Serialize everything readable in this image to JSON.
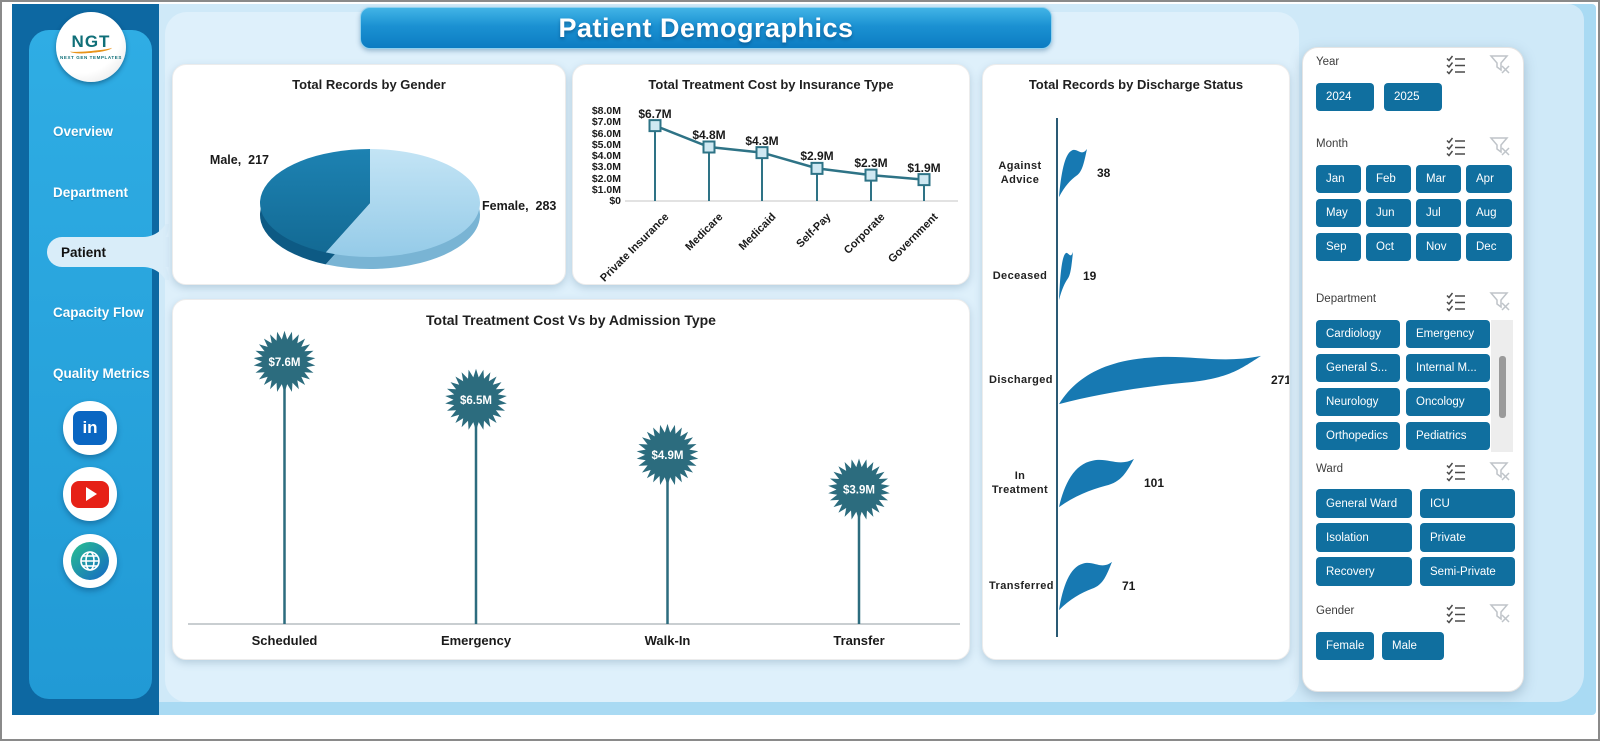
{
  "window": {
    "banner_title": "Patient Demographics"
  },
  "sidebar": {
    "logo": {
      "text": "NGT",
      "subtext": "NEXT GEN TEMPLATES"
    },
    "items": [
      {
        "label": "Overview",
        "active": false
      },
      {
        "label": "Department",
        "active": false
      },
      {
        "label": "Patient",
        "active": true
      },
      {
        "label": "Capacity Flow",
        "active": false
      },
      {
        "label": "Quality Metrics",
        "active": false
      }
    ],
    "social": [
      "linkedin",
      "youtube",
      "website"
    ]
  },
  "chart_data": [
    {
      "type": "pie",
      "title": "Total Records by Gender",
      "categories": [
        "Male",
        "Female"
      ],
      "values": [
        217,
        283
      ],
      "point_labels": {
        "male": "Male,  217",
        "female": "Female,  283"
      },
      "colors": {
        "male": "#1a7aa8",
        "female": "#a9d6ee"
      }
    },
    {
      "type": "line",
      "title": "Total Treatment Cost by Insurance Type",
      "categories": [
        "Private Insurance",
        "Medicare",
        "Medicaid",
        "Self-Pay",
        "Corporate",
        "Government"
      ],
      "values": [
        6.7,
        4.8,
        4.3,
        2.9,
        2.3,
        1.9
      ],
      "value_labels": [
        "$6.7M",
        "$4.8M",
        "$4.3M",
        "$2.9M",
        "$2.3M",
        "$1.9M"
      ],
      "yticks": [
        "$8.0M",
        "$7.0M",
        "$6.0M",
        "$5.0M",
        "$4.0M",
        "$3.0M",
        "$2.0M",
        "$1.0M",
        "$0"
      ],
      "ylim": [
        0,
        8
      ],
      "line_color": "#2e7386"
    },
    {
      "type": "lollipop",
      "title": "Total Treatment Cost Vs  by Admission Type",
      "categories": [
        "Scheduled",
        "Emergency",
        "Walk-In",
        "Transfer"
      ],
      "values": [
        7.6,
        6.5,
        4.9,
        3.9
      ],
      "value_labels": [
        "$7.6M",
        "$6.5M",
        "$4.9M",
        "$3.9M"
      ],
      "marker_color": "#2c6c7e"
    },
    {
      "type": "flag-bar",
      "title": "Total Records by Discharge Status",
      "categories": [
        "Against Advice",
        "Deceased",
        "Discharged",
        "In Treatment",
        "Transferred"
      ],
      "values": [
        38,
        19,
        271,
        101,
        71
      ],
      "bar_color": "#1779b2"
    }
  ],
  "filters": {
    "year": {
      "label": "Year",
      "options": [
        "2024",
        "2025"
      ]
    },
    "month": {
      "label": "Month",
      "options": [
        "Jan",
        "Feb",
        "Mar",
        "Apr",
        "May",
        "Jun",
        "Jul",
        "Aug",
        "Sep",
        "Oct",
        "Nov",
        "Dec"
      ]
    },
    "department": {
      "label": "Department",
      "options": [
        "Cardiology",
        "Emergency",
        "General S...",
        "Internal M...",
        "Neurology",
        "Oncology",
        "Orthopedics",
        "Pediatrics"
      ]
    },
    "ward": {
      "label": "Ward",
      "options": [
        "General Ward",
        "ICU",
        "Isolation",
        "Private",
        "Recovery",
        "Semi-Private"
      ]
    },
    "gender": {
      "label": "Gender",
      "options": [
        "Female",
        "Male"
      ]
    }
  }
}
